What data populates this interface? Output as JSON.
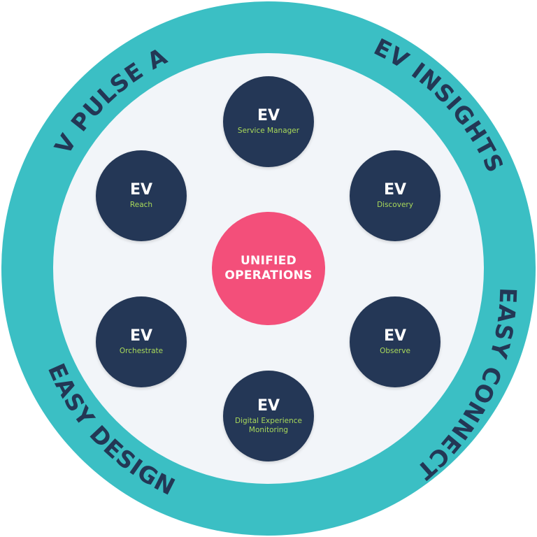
{
  "colors": {
    "ring": "#3bbfc4",
    "inner": "#f2f5f9",
    "ring_text": "#233755",
    "node": "#243756",
    "node_label": "#a9d95a",
    "center": "#f34f7a"
  },
  "ring_labels": {
    "top_left": "EV PULSE AI",
    "top_right": "EV INSIGHTS",
    "bottom_right": "EASY CONNECT",
    "bottom_left": "EASY DESIGN"
  },
  "center": {
    "line1": "UNIFIED",
    "line2": "OPERATIONS"
  },
  "nodes": {
    "service_manager": {
      "title": "EV",
      "label": "Service Manager"
    },
    "reach": {
      "title": "EV",
      "label": "Reach"
    },
    "discovery": {
      "title": "EV",
      "label": "Discovery"
    },
    "orchestrate": {
      "title": "EV",
      "label": "Orchestrate"
    },
    "observe": {
      "title": "EV",
      "label": "Observe"
    },
    "digital_experience": {
      "title": "EV",
      "label_line1": "Digital Experience",
      "label_line2": "Monitoring"
    }
  }
}
